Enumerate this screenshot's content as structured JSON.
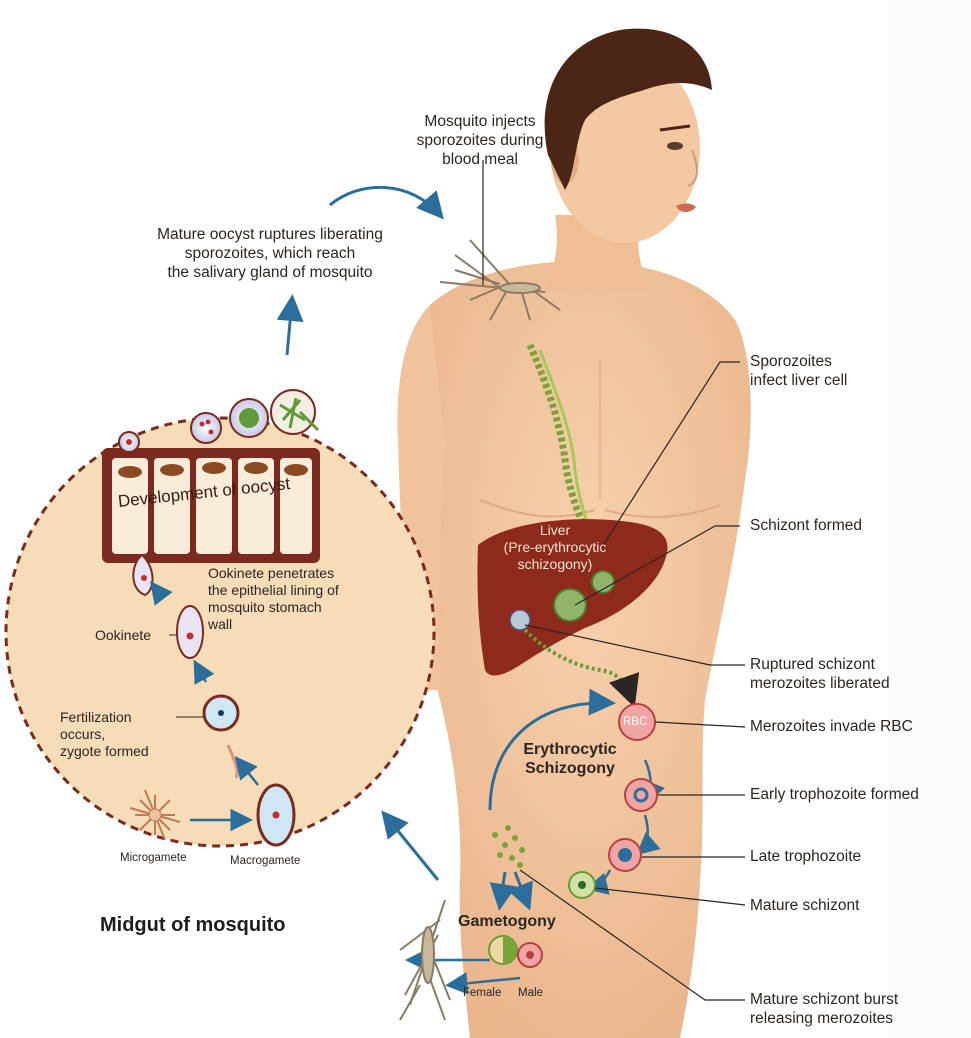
{
  "labels": {
    "mosquito_injects": [
      "Mosquito injects",
      "sporozoites during",
      "blood meal"
    ],
    "mature_oocyst": [
      "Mature oocyst ruptures liberating",
      "sporozoites, which reach",
      "the salivary gland of mosquito"
    ],
    "sporozoites_infect": [
      "Sporozoites",
      "infect liver cell"
    ],
    "schizont_formed": "Schizont formed",
    "liver": [
      "Liver",
      "(Pre-erythrocytic",
      "schizogony)"
    ],
    "ruptured_schizont": [
      "Ruptured schizont",
      "merozoites liberated"
    ],
    "merozoites_invade": "Merozoites invade RBC",
    "rbc": "RBC",
    "erythrocytic": [
      "Erythrocytic",
      "Schizogony"
    ],
    "early_trophozoite": "Early trophozoite formed",
    "late_trophozoite": "Late trophozoite",
    "mature_schizont": "Mature schizont",
    "mature_schizont_burst": [
      "Mature schizont burst",
      "releasing merozoites"
    ],
    "gametogony": "Gametogony",
    "female": "Female",
    "male": "Male",
    "development_of_oocyst": "Development of oocyst",
    "ookinete_penetrates": [
      "Ookinete penetrates",
      "the epithelial lining of",
      "mosquito stomach",
      "wall"
    ],
    "ookinete": "Ookinete",
    "fertilization": [
      "Fertilization",
      "occurs,",
      "zygote formed"
    ],
    "microgamete": "Microgamete",
    "macrogamete": "Macrogamete",
    "midgut_title": "Midgut of mosquito"
  },
  "colors": {
    "skin": "#f2c7a0",
    "liver": "#8e2a1c",
    "hair": "#4b2616",
    "arrow": "#2c6e9a",
    "circle_fill": "#f7dcb8",
    "circle_border": "#7a2a1e",
    "leader_line": "#2a2623"
  }
}
